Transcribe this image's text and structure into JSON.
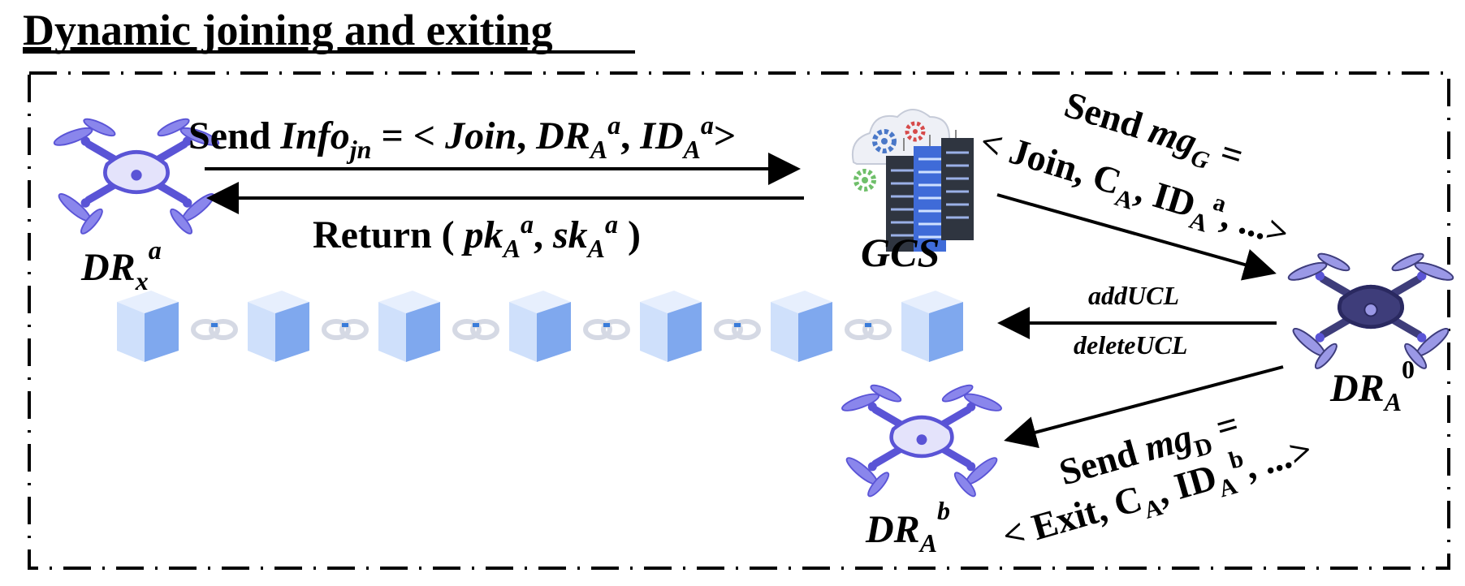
{
  "title": "Dynamic joining and exiting",
  "nodes": {
    "dr_x": {
      "base": "DR",
      "sub": "x",
      "sup": "a"
    },
    "gcs": {
      "label": "GCS"
    },
    "dr_a0": {
      "base": "DR",
      "sub": "A",
      "sup": "0"
    },
    "dr_ab": {
      "base": "DR",
      "sub": "A",
      "sup": "b"
    }
  },
  "messages": {
    "send_info": {
      "send": "Send",
      "info": "Info",
      "info_sub": "jn",
      "eq_open": " = < ",
      "join": "Join",
      "comma1": ", ",
      "dr": "DR",
      "dr_sub": "A",
      "dr_sup": "a",
      "comma2": ", ",
      "id": "ID",
      "id_sub": "A",
      "id_sup": "a",
      "close": ">"
    },
    "return": {
      "word": "Return ( ",
      "pk": "pk",
      "pk_sub": "A",
      "pk_sup": "a",
      "comma": ", ",
      "sk": "sk",
      "sk_sub": "A",
      "sk_sup": "a",
      "close": " )"
    },
    "send_mg_g": {
      "line1_send": "Send ",
      "line1_mg": "mg",
      "line1_sub": "G",
      "line1_eq": " =",
      "line2_open": "< Join, C",
      "line2_csub": "A",
      "line2_comma": ", ID",
      "line2_idsub": "A",
      "line2_idsup": "a",
      "line2_close": ", ...>"
    },
    "add_ucl": "addUCL",
    "delete_ucl": "deleteUCL",
    "send_mg_d": {
      "line1_send": "Send ",
      "line1_mg": "mg",
      "line1_sub": "D",
      "line1_eq": " =",
      "line2_open": "< Exit, C",
      "line2_csub": "A",
      "line2_comma": ", ID",
      "line2_idsub": "A",
      "line2_idsup": "b",
      "line2_close": ", ...>"
    }
  },
  "icons": {
    "drone_light": "drone-icon",
    "drone_dark": "drone-icon",
    "server": "cloud-server-icon",
    "block": "cube-block-icon",
    "chain": "chain-link-icon"
  },
  "colors": {
    "drone_light_body": "#e4e3fb",
    "drone_light_stroke": "#5a54d6",
    "drone_dark_body": "#3e3d7a",
    "drone_dark_prop": "#9a98e6",
    "block_front": "#cfe0fb",
    "block_side": "#7fa8ee",
    "block_top": "#e7effd",
    "arrow": "#000000"
  },
  "blockchain": {
    "block_count": 7
  }
}
